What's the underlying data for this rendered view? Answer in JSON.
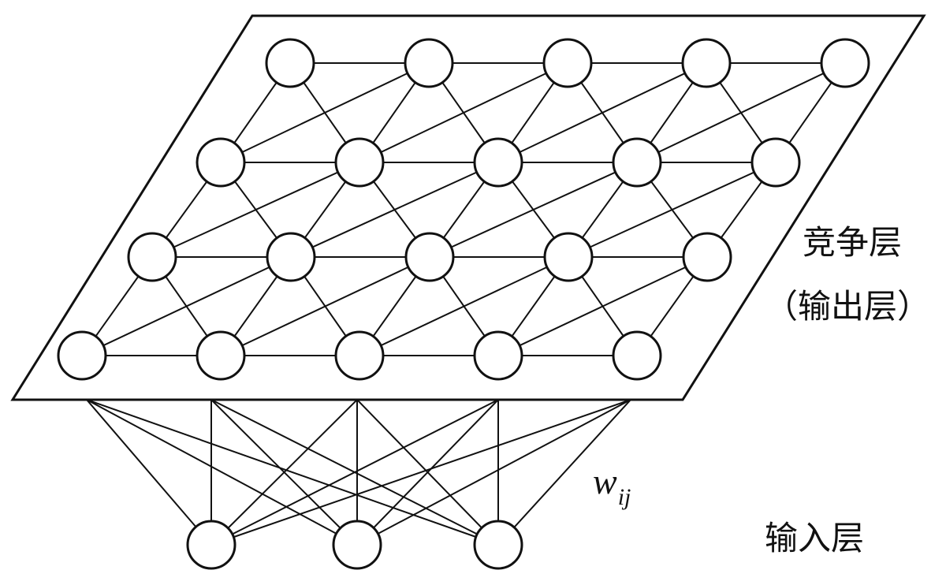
{
  "labels": {
    "competition_layer": "竞争层",
    "output_layer": "（输出层）",
    "input_layer": "输入层",
    "weight_symbol": "w",
    "weight_subscript": "ij"
  },
  "network": {
    "competition_grid": {
      "rows": 4,
      "columns": 5
    },
    "input_nodes": 3
  }
}
